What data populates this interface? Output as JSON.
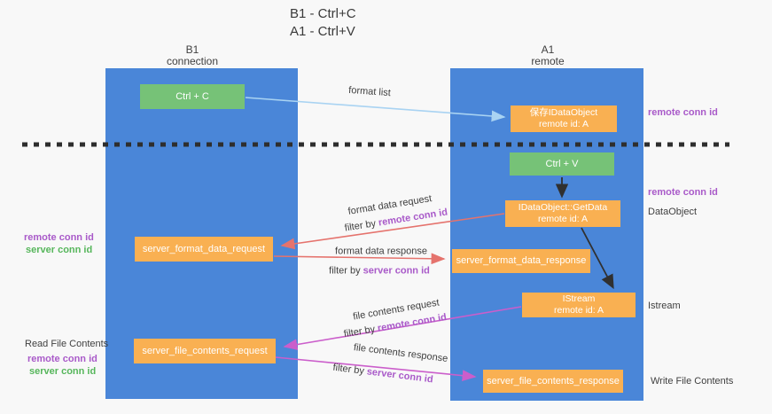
{
  "title": {
    "line1": "B1 - Ctrl+C",
    "line2": "A1 - Ctrl+V"
  },
  "lanes": {
    "left": {
      "title": "B1",
      "subtitle": "connection"
    },
    "right": {
      "title": "A1",
      "subtitle": "remote"
    }
  },
  "nodes": {
    "ctrl_c": {
      "label": "Ctrl + C"
    },
    "save_idataobject": {
      "line1": "保存IDataObject",
      "line2": "remote id: A"
    },
    "ctrl_v": {
      "label": "Ctrl + V"
    },
    "getdata": {
      "line1": "IDataObject::GetData",
      "line2": "remote id: A"
    },
    "server_format_data_request": {
      "label": "server_format_data_request"
    },
    "server_format_data_response": {
      "label": "server_format_data_response"
    },
    "istream": {
      "line1": "IStream",
      "line2": "remote id: A"
    },
    "server_file_contents_request": {
      "label": "server_file_contents_request"
    },
    "server_file_contents_response": {
      "label": "server_file_contents_response"
    }
  },
  "flows": {
    "format_list": {
      "label": "format list"
    },
    "format_data_request": {
      "label": "format data request",
      "filter_prefix": "filter by ",
      "filter_key": "remote conn id"
    },
    "format_data_response": {
      "label": "format data response",
      "filter_prefix": "filter by ",
      "filter_key": "server conn id"
    },
    "file_contents_request": {
      "label": "file contents request",
      "filter_prefix": "filter by ",
      "filter_key": "remote conn id"
    },
    "file_contents_response": {
      "label": "file contents response",
      "filter_prefix": "filter by ",
      "filter_key": "server conn id"
    }
  },
  "annotations": {
    "right": {
      "remote_conn_id_1": "remote conn id",
      "remote_conn_id_2": "remote conn id",
      "dataobject": "DataObject",
      "istream": "Istream",
      "write_file_contents": "Write File Contents"
    },
    "left": {
      "remote_conn_id_1": "remote conn id",
      "server_conn_id_1": "server conn id",
      "read_file_contents": "Read File Contents",
      "remote_conn_id_2": "remote conn id",
      "server_conn_id_2": "server conn id"
    }
  },
  "colors": {
    "lane_blue": "#4a86d8",
    "box_green": "#76c277",
    "box_orange": "#f9b052",
    "arrow_salmon": "#e5736d",
    "arrow_magenta": "#cb5ecb",
    "arrow_lightblue": "#a9d3f2",
    "arrow_black": "#303030",
    "text_purple": "#a95ac9",
    "text_green": "#56b65b",
    "text_dark": "#3f3f3f",
    "background": "#f8f8f8"
  }
}
